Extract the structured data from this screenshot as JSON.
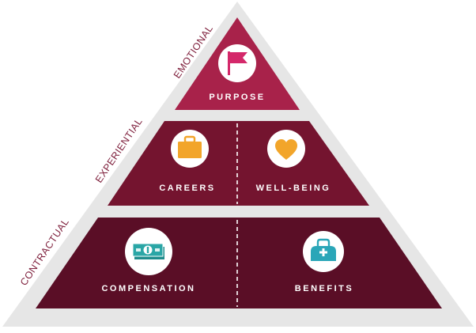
{
  "colors": {
    "frame": "#e6e6e6",
    "purpose": "#a8224a",
    "experiential": "#74142f",
    "contractual": "#5a0e26",
    "side_label": "#7d1d3a",
    "divider": "#ffffff",
    "flag": "#d4286a",
    "bag": "#f2a52a",
    "heart": "#f2a52a",
    "cash": "#2aa6a6",
    "medkit": "#2aa6b8"
  },
  "side_labels": {
    "emotional": "EMOTIONAL",
    "experiential": "EXPERIENTIAL",
    "contractual": "CONTRACTUAL"
  },
  "tiers": {
    "purpose": {
      "label": "PURPOSE",
      "icon": "flag-icon"
    },
    "careers": {
      "label": "CAREERS",
      "icon": "briefcase-icon"
    },
    "wellbeing": {
      "label": "WELL-BEING",
      "icon": "heart-icon"
    },
    "compensation": {
      "label": "COMPENSATION",
      "icon": "cash-icon"
    },
    "benefits": {
      "label": "BENEFITS",
      "icon": "medical-kit-icon"
    }
  }
}
